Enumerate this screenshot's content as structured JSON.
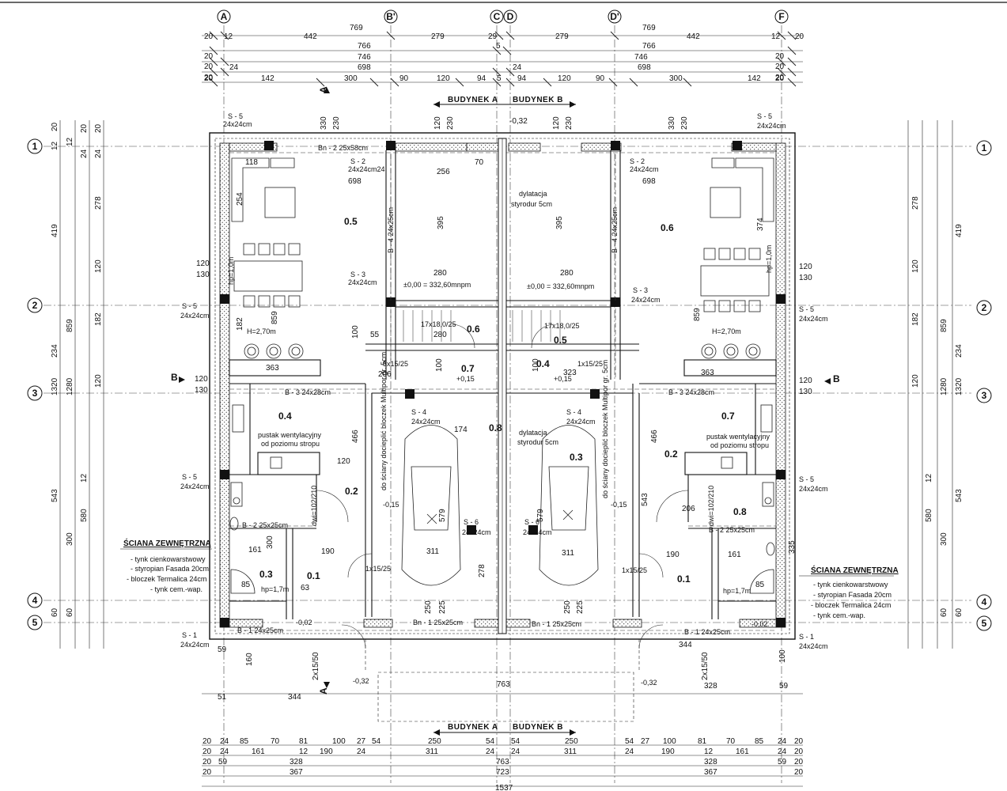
{
  "axes": {
    "columns": [
      "A",
      "B'",
      "C",
      "D",
      "D'",
      "F"
    ],
    "rows": [
      "1",
      "2",
      "3",
      "4",
      "5"
    ]
  },
  "buildings": {
    "a": "BUDYNEK A",
    "b": "BUDYNEK B"
  },
  "dims": {
    "top": {
      "r1": [
        "20",
        "12",
        "769",
        "442",
        "279",
        "29",
        "279",
        "769",
        "442",
        "12",
        "20"
      ],
      "r2": [
        "20",
        "766",
        "5",
        "766",
        "20"
      ],
      "r3": [
        "20",
        "746",
        "746",
        "20"
      ],
      "r4": [
        "20",
        "24",
        "698",
        "24",
        "698",
        "20"
      ],
      "r5": [
        "20",
        "142",
        "300",
        "90",
        "120",
        "94",
        "5",
        "94",
        "120",
        "90",
        "300",
        "142",
        "20"
      ]
    },
    "bottom": {
      "r1": [
        "20",
        "24",
        "85",
        "70",
        "81",
        "100",
        "27",
        "54",
        "250",
        "54",
        "54",
        "250",
        "54",
        "27",
        "100",
        "81",
        "70",
        "85",
        "24",
        "20"
      ],
      "r2": [
        "20",
        "24",
        "161",
        "12",
        "190",
        "24",
        "311",
        "24",
        "24",
        "311",
        "24",
        "190",
        "12",
        "161",
        "24",
        "20"
      ],
      "r3": [
        "20",
        "59",
        "328",
        "763",
        "328",
        "59",
        "20"
      ],
      "r4": [
        "20",
        "367",
        "723",
        "367",
        "20"
      ],
      "r5": [
        "1537"
      ]
    },
    "left": {
      "c1": [
        "419",
        "234",
        "1320",
        "543",
        "60"
      ],
      "c2": [
        "859",
        "1280",
        "580",
        "300",
        "60"
      ],
      "c3": [
        "278",
        "120",
        "182",
        "120",
        "12"
      ],
      "small": [
        "20",
        "12",
        "24",
        "20",
        "24",
        "12",
        "20"
      ]
    },
    "right": {
      "c1": [
        "419",
        "234",
        "1320",
        "543",
        "60"
      ],
      "c2": [
        "859",
        "1280",
        "580",
        "300",
        "60"
      ],
      "c3": [
        "278",
        "120",
        "182",
        "120",
        "12"
      ]
    }
  },
  "rooms": {
    "a05": "0.5",
    "a06": "0.6",
    "a07": "0.7",
    "a04": "0.4",
    "a02": "0.2",
    "a08": "0.8",
    "a03": "0.3",
    "a01": "0.1",
    "b06": "0.6",
    "b05": "0.5",
    "b04": "0.4",
    "b03": "0.3",
    "b07": "0.7",
    "b02": "0.2",
    "b08": "0.8",
    "b01": "0.1"
  },
  "labels": {
    "s5": "S - 5",
    "s2": "S - 2",
    "s3": "S - 3",
    "s4": "S - 4",
    "s6": "S - 6",
    "s1": "S - 1",
    "col24": "24x24cm",
    "col24b": "24x24cm24",
    "dylatacja": "dylatacja",
    "styrodur": "styrodur 5cm",
    "zero_a": "±0,00 = 332,60mnpm",
    "zero_b": "±0,00 = 332,60mnpm",
    "stairs_a": "17x18,0/25",
    "stairs_b": "17x18,0/25",
    "steps_a": "8x15/25",
    "steps_b": "1x15/25",
    "pustak": "pustak wentylacyjny",
    "od_poz": "od poziomu stropu",
    "h270": "H=2,70m",
    "hp10": "hp=1,0m",
    "hp17": "hp=1,7m",
    "lvl015": "-0,15",
    "lvl002": "-0,02",
    "lvl032": "-0,32",
    "lvl_top": "-0,32",
    "plus015": "+0,15",
    "dwi": "dwi=102/210",
    "dwi2": "dwi=102/210",
    "beam_b2": "B - 2 25x25cm",
    "beam_b3": "B - 3 24x28cm",
    "beam_b1": "B - 1 24x25cm",
    "beam_bn1": "Bn - 1 25x25cm",
    "beam_bn2": "Bn - 2 25x58cm",
    "beam_b4": "B - 4 24x25cm",
    "ocieplenie": "do ściany docieplić bloczek Multipor gr. 5cm",
    "arrow_a": "A",
    "arrow_b": "B",
    "step_right": "1x15/25",
    "dim_698": "698",
    "dim_256": "256",
    "dim_70": "70",
    "dim_395": "395",
    "dim_280": "280",
    "dim_311": "311",
    "dim_579": "579",
    "dim_363": "363",
    "dim_466": "466",
    "dim_344": "344",
    "dim_763": "763",
    "dim_328": "328",
    "dim_59": "59",
    "dim_51": "51",
    "dim_174": "174",
    "dim_120": "120",
    "dim_130": "130",
    "dim_230": "230",
    "dim_330": "330",
    "dim_182": "182",
    "dim_254": "254",
    "dim_374": "374",
    "dim_118": "118",
    "dim_859": "859",
    "dim_161": "161",
    "dim_300": "300",
    "dim_190": "190",
    "dim_85": "85",
    "dim_63": "63",
    "dim_250": "250",
    "dim_225": "225",
    "dim_278": "278",
    "dim_2x1550": "2x15/50",
    "dim_160": "160",
    "dim_100": "100",
    "dim_55": "55",
    "dim_323": "323",
    "dim_206": "206",
    "dim_543": "543",
    "dim_335": "335"
  },
  "legend": {
    "title": "ŚCIANA ZEWNĘTRZNA",
    "lines": [
      "- tynk cienkowarstwowy",
      "- styropian Fasada 20cm",
      "- bloczek Termalica 24cm",
      "- tynk cem.-wap."
    ]
  }
}
